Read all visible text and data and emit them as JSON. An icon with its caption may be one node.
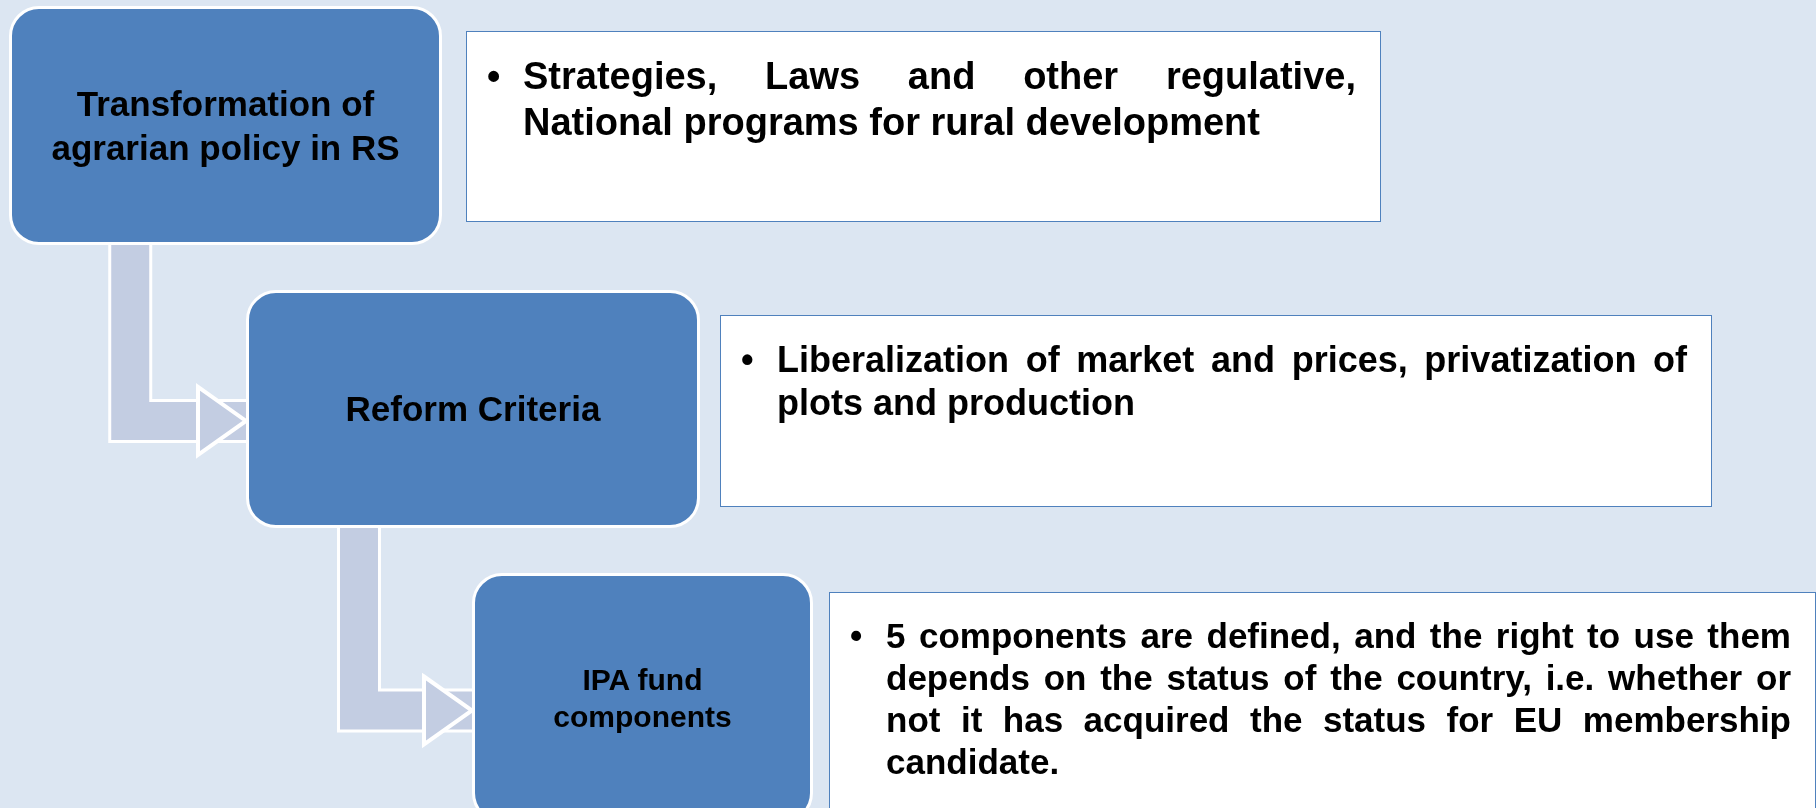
{
  "diagram": {
    "nodes": [
      {
        "text": [
          "Transformation of agrarian policy in RS"
        ]
      },
      {
        "text": [
          "•",
          "Strategies, Laws and other regulative, National programs for rural development"
        ]
      },
      {
        "text": [
          "Reform Criteria"
        ]
      },
      {
        "text": [
          "•",
          "Liberalization of market and prices, privatization of plots and production"
        ]
      },
      {
        "text": [
          "IPA fund components"
        ]
      },
      {
        "text": [
          "•",
          "5 components are defined, and the right to use them depends on the status of the country, i.e. whether or not it has acquired the status for EU membership candidate."
        ]
      }
    ],
    "edges": [
      {
        "from": 0,
        "to": 2,
        "arrow": "to"
      },
      {
        "from": 2,
        "to": 4,
        "arrow": "to"
      }
    ]
  }
}
